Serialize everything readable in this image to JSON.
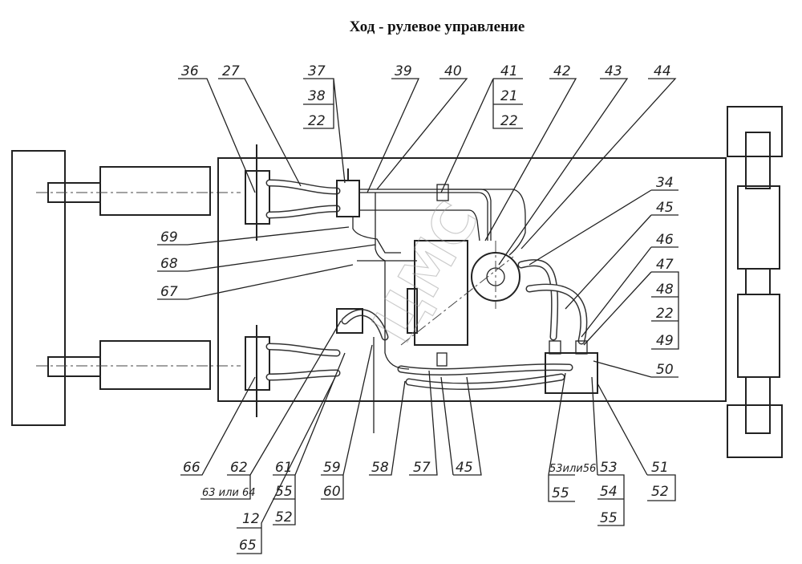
{
  "title": "Ход - рулевое управление",
  "watermark": "ЦМС",
  "labels": {
    "top": [
      "36",
      "27",
      "37",
      "38",
      "22",
      "39",
      "40",
      "41",
      "21",
      "22",
      "42",
      "43",
      "44"
    ],
    "right": [
      "34",
      "45",
      "46",
      "47",
      "48",
      "22",
      "49",
      "50"
    ],
    "left": [
      "69",
      "68",
      "67"
    ],
    "bottom": [
      "66",
      "62",
      "63 или 64",
      "12",
      "65",
      "61",
      "55",
      "52",
      "59",
      "60",
      "58",
      "57",
      "45",
      "53или56",
      "55",
      "53",
      "54",
      "55",
      "51",
      "52"
    ]
  }
}
